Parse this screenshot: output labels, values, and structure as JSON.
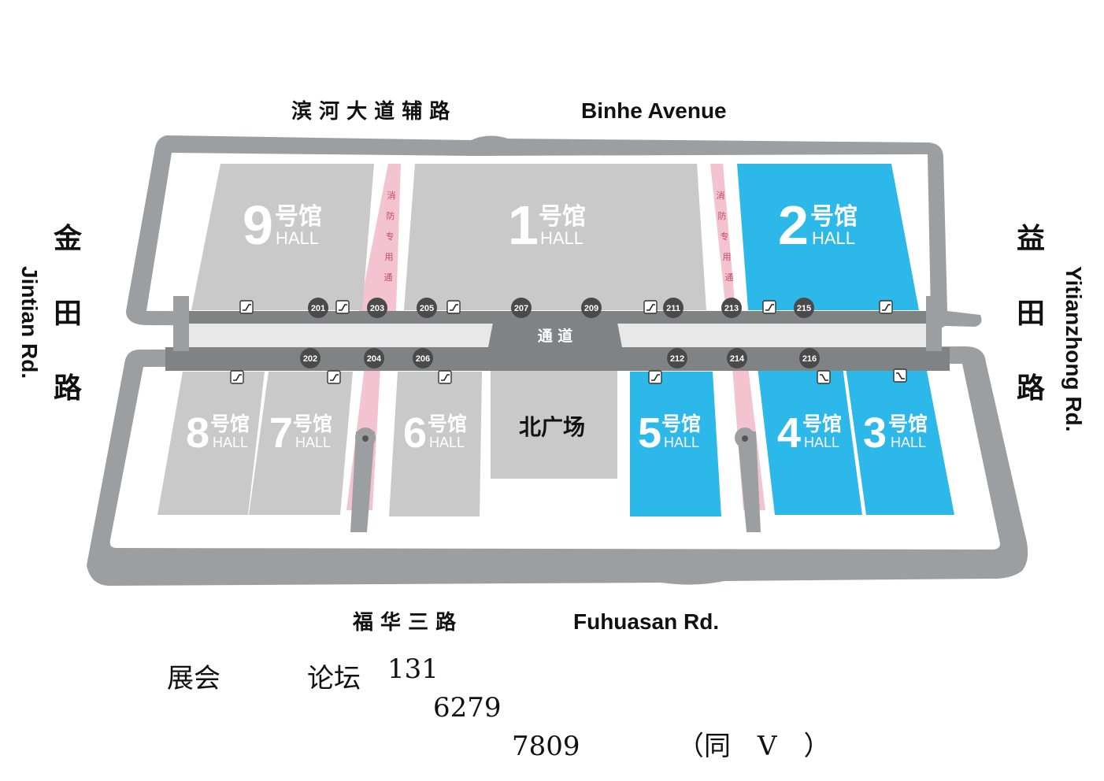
{
  "colors": {
    "road": "#9c9fa1",
    "hall_gray": "#c9c9c9",
    "hall_blue": "#2cb9ea",
    "corridor": "#808384",
    "corridor_light": "#e8e8e8",
    "fire_lane": "#f3c4cf",
    "marker": "#4a4a4a"
  },
  "roads": {
    "north": {
      "cn": "滨 河 大 道 辅 路",
      "en": "Binhe Avenue"
    },
    "south": {
      "cn": "福 华 三 路",
      "en": "Fuhuasan Rd."
    },
    "west": {
      "cn": [
        "金",
        "田",
        "路"
      ],
      "en": "Jintian Rd."
    },
    "east": {
      "cn": [
        "益",
        "田",
        "路"
      ],
      "en": "Yitianzhong Rd."
    }
  },
  "halls": [
    {
      "id": "9",
      "num": "9",
      "cn": "号馆",
      "en": "HALL",
      "color": "gray"
    },
    {
      "id": "1",
      "num": "1",
      "cn": "号馆",
      "en": "HALL",
      "color": "gray"
    },
    {
      "id": "2",
      "num": "2",
      "cn": "号馆",
      "en": "HALL",
      "color": "blue"
    },
    {
      "id": "8",
      "num": "8",
      "cn": "号馆",
      "en": "HALL",
      "color": "gray"
    },
    {
      "id": "7",
      "num": "7",
      "cn": "号馆",
      "en": "HALL",
      "color": "gray"
    },
    {
      "id": "6",
      "num": "6",
      "cn": "号馆",
      "en": "HALL",
      "color": "gray"
    },
    {
      "id": "5",
      "num": "5",
      "cn": "号馆",
      "en": "HALL",
      "color": "blue"
    },
    {
      "id": "4",
      "num": "4",
      "cn": "号馆",
      "en": "HALL",
      "color": "blue"
    },
    {
      "id": "3",
      "num": "3",
      "cn": "号馆",
      "en": "HALL",
      "color": "blue"
    }
  ],
  "plaza": "北广场",
  "passage": "通 道",
  "fire_lane_chars": [
    "消",
    "防",
    "专",
    "用",
    "通"
  ],
  "rooms": [
    "201",
    "203",
    "205",
    "207",
    "209",
    "211",
    "213",
    "215",
    "202",
    "204",
    "206",
    "212",
    "214",
    "216"
  ],
  "icons": {
    "escalator": "escalator-icon",
    "elevator": "elevator-icon"
  },
  "notes": {
    "expo": "展会",
    "forum": "论坛",
    "n1": "131",
    "n2": "6279",
    "n3": "7809",
    "paren": "（同　V　）"
  }
}
